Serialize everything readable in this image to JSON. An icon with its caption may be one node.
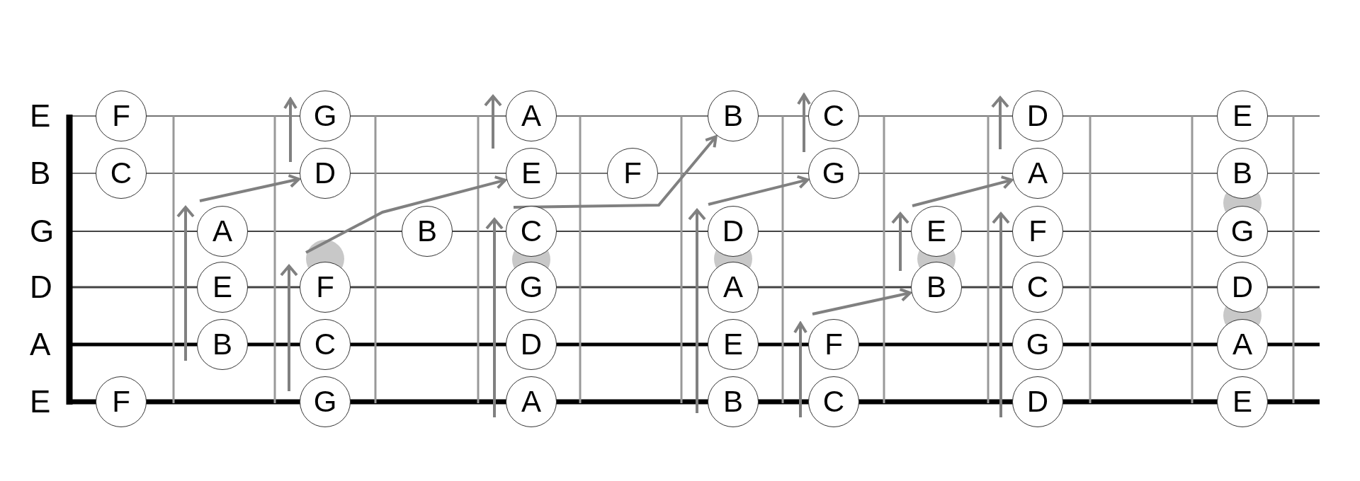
{
  "diagram": {
    "nodes": [
      {
        "text": [
          "F"
        ]
      },
      {
        "text": [
          "G"
        ]
      },
      {
        "text": [
          "A"
        ]
      },
      {
        "text": [
          "B"
        ]
      },
      {
        "text": [
          "C"
        ]
      },
      {
        "text": [
          "D"
        ]
      },
      {
        "text": [
          "E"
        ]
      },
      {
        "text": [
          "C"
        ]
      },
      {
        "text": [
          "D"
        ]
      },
      {
        "text": [
          "E"
        ]
      },
      {
        "text": [
          "F"
        ]
      },
      {
        "text": [
          "G"
        ]
      },
      {
        "text": [
          "A"
        ]
      },
      {
        "text": [
          "B"
        ]
      },
      {
        "text": [
          "A"
        ]
      },
      {
        "text": [
          "B"
        ]
      },
      {
        "text": [
          "C"
        ]
      },
      {
        "text": [
          "D"
        ]
      },
      {
        "text": [
          "E"
        ]
      },
      {
        "text": [
          "F"
        ]
      },
      {
        "text": [
          "G"
        ]
      },
      {
        "text": [
          "E"
        ]
      },
      {
        "text": [
          "F"
        ]
      },
      {
        "text": [
          "G"
        ]
      },
      {
        "text": [
          "A"
        ]
      },
      {
        "text": [
          "B"
        ]
      },
      {
        "text": [
          "C"
        ]
      },
      {
        "text": [
          "D"
        ]
      },
      {
        "text": [
          "B"
        ]
      },
      {
        "text": [
          "C"
        ]
      },
      {
        "text": [
          "D"
        ]
      },
      {
        "text": [
          "E"
        ]
      },
      {
        "text": [
          "F"
        ]
      },
      {
        "text": [
          "G"
        ]
      },
      {
        "text": [
          "A"
        ]
      },
      {
        "text": [
          "F"
        ]
      },
      {
        "text": [
          "G"
        ]
      },
      {
        "text": [
          "A"
        ]
      },
      {
        "text": [
          "B"
        ]
      },
      {
        "text": [
          "C"
        ]
      },
      {
        "text": [
          "D"
        ]
      },
      {
        "text": [
          "E"
        ]
      }
    ],
    "edges": [
      {
        "from": 14,
        "to": 8,
        "arrow": "to"
      },
      {
        "from": 22,
        "to": 9,
        "arrow": "to"
      },
      {
        "from": 16,
        "to": 3,
        "arrow": "to"
      },
      {
        "from": 17,
        "to": 11,
        "arrow": "to"
      },
      {
        "from": 32,
        "to": 25,
        "arrow": "to"
      },
      {
        "from": 18,
        "to": 12,
        "arrow": "to"
      },
      {
        "from": 8,
        "to": 1,
        "arrow": "to"
      },
      {
        "from": 11,
        "to": 4,
        "arrow": "to"
      },
      {
        "from": 39,
        "to": 32,
        "arrow": "to"
      }
    ],
    "labels": [
      "E",
      "B",
      "G",
      "D",
      "A",
      "E"
    ]
  }
}
